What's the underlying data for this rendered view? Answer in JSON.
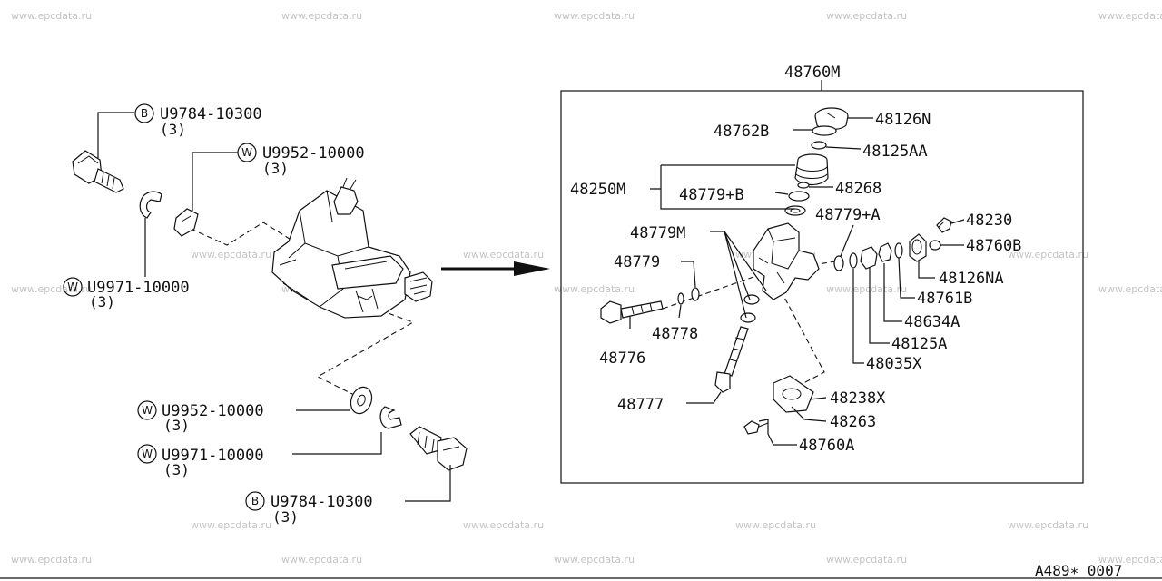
{
  "watermark": "www.epcdata.ru",
  "diagram_code": "A489∗ 0007",
  "assembly": {
    "label": "48760M"
  },
  "left_callouts": [
    {
      "id": "bolt-top",
      "marker": "B",
      "part": "U9784-10300",
      "qty": "(3)"
    },
    {
      "id": "washer-top",
      "marker": "W",
      "part": "U9952-10000",
      "qty": "(3)"
    },
    {
      "id": "clip-top",
      "marker": "W",
      "part": "U9971-10000",
      "qty": "(3)"
    },
    {
      "id": "washer-bottom",
      "marker": "W",
      "part": "U9952-10000",
      "qty": "(3)"
    },
    {
      "id": "clip-bottom",
      "marker": "W",
      "part": "U9971-10000",
      "qty": "(3)"
    },
    {
      "id": "bolt-bottom",
      "marker": "B",
      "part": "U9784-10300",
      "qty": "(3)"
    }
  ],
  "parts": [
    {
      "id": "48126N",
      "label": "48126N"
    },
    {
      "id": "48762B",
      "label": "48762B"
    },
    {
      "id": "48125AA",
      "label": "48125AA"
    },
    {
      "id": "48250M",
      "label": "48250M"
    },
    {
      "id": "48779B",
      "label": "48779+B"
    },
    {
      "id": "48268",
      "label": "48268"
    },
    {
      "id": "48779A",
      "label": "48779+A"
    },
    {
      "id": "48779M",
      "label": "48779M"
    },
    {
      "id": "48230",
      "label": "48230"
    },
    {
      "id": "48760B",
      "label": "48760B"
    },
    {
      "id": "48779",
      "label": "48779"
    },
    {
      "id": "48126NA",
      "label": "48126NA"
    },
    {
      "id": "48761B",
      "label": "48761B"
    },
    {
      "id": "48778",
      "label": "48778"
    },
    {
      "id": "48634A",
      "label": "48634A"
    },
    {
      "id": "48776",
      "label": "48776"
    },
    {
      "id": "48125A",
      "label": "48125A"
    },
    {
      "id": "48035X",
      "label": "48035X"
    },
    {
      "id": "48777",
      "label": "48777"
    },
    {
      "id": "48238X",
      "label": "48238X"
    },
    {
      "id": "48263",
      "label": "48263"
    },
    {
      "id": "48760A",
      "label": "48760A"
    }
  ]
}
